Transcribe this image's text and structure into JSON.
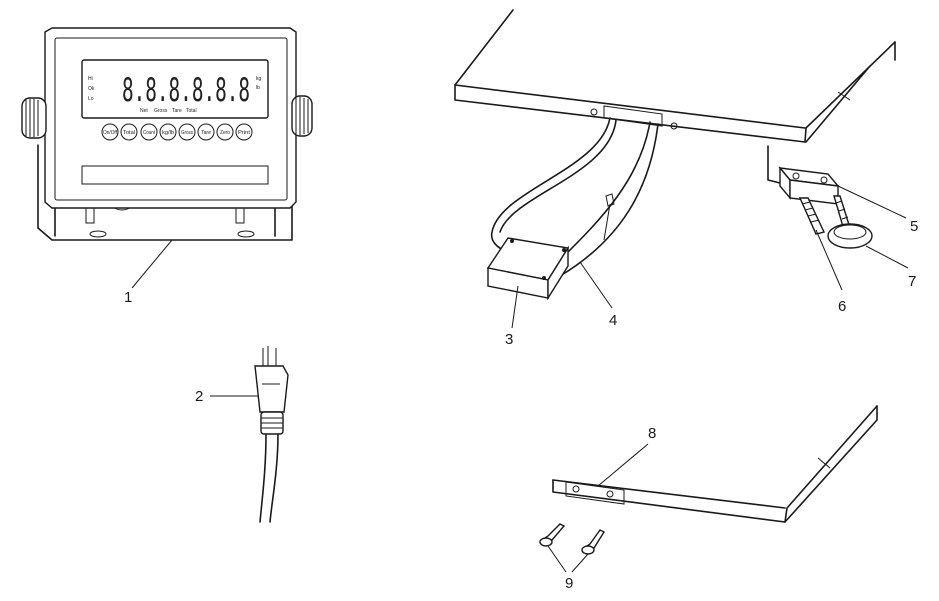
{
  "callouts": [
    {
      "number": "1",
      "name": "indicator"
    },
    {
      "number": "2",
      "name": "power-plug"
    },
    {
      "number": "3",
      "name": "junction-box"
    },
    {
      "number": "4",
      "name": "cable"
    },
    {
      "number": "5",
      "name": "foot-bracket"
    },
    {
      "number": "6",
      "name": "screw-foot"
    },
    {
      "number": "7",
      "name": "leveling-foot"
    },
    {
      "number": "8",
      "name": "mounting-plate"
    },
    {
      "number": "9",
      "name": "screws"
    }
  ],
  "indicator": {
    "lcd_readout": "8.8.8.8.8.8",
    "lcd_left_labels": [
      "Hi",
      "Ok",
      "Lo"
    ],
    "lcd_right_labels": [
      "kg",
      "lb"
    ],
    "lcd_bottom_labels": [
      "Net",
      "Gross",
      "Tare",
      "Total"
    ],
    "keys": [
      "On/Off",
      "Total",
      "Count",
      "kg/lb",
      "Gross",
      "Tare",
      "Zero",
      "Print"
    ]
  }
}
